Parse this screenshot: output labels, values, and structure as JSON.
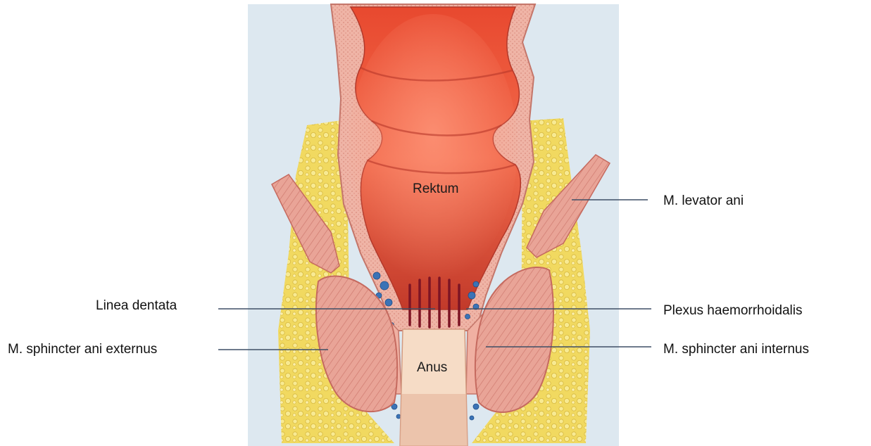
{
  "labels": {
    "rektum": "Rektum",
    "anus": "Anus",
    "levator": "M. levator ani",
    "linea": "Linea dentata",
    "plexus": "Plexus haemorrhoidalis",
    "externus": "M. sphincter ani externus",
    "internus": "M. sphincter ani internus"
  },
  "colors": {
    "background_panel": "#dde8f0",
    "fat": "#f1dc66",
    "muscle": "#e59a8f",
    "mucosa": "#e8482e",
    "anal_canal": "#f6dcc6",
    "vessels": "#3b73b6",
    "leader_line": "#3f4f66"
  }
}
